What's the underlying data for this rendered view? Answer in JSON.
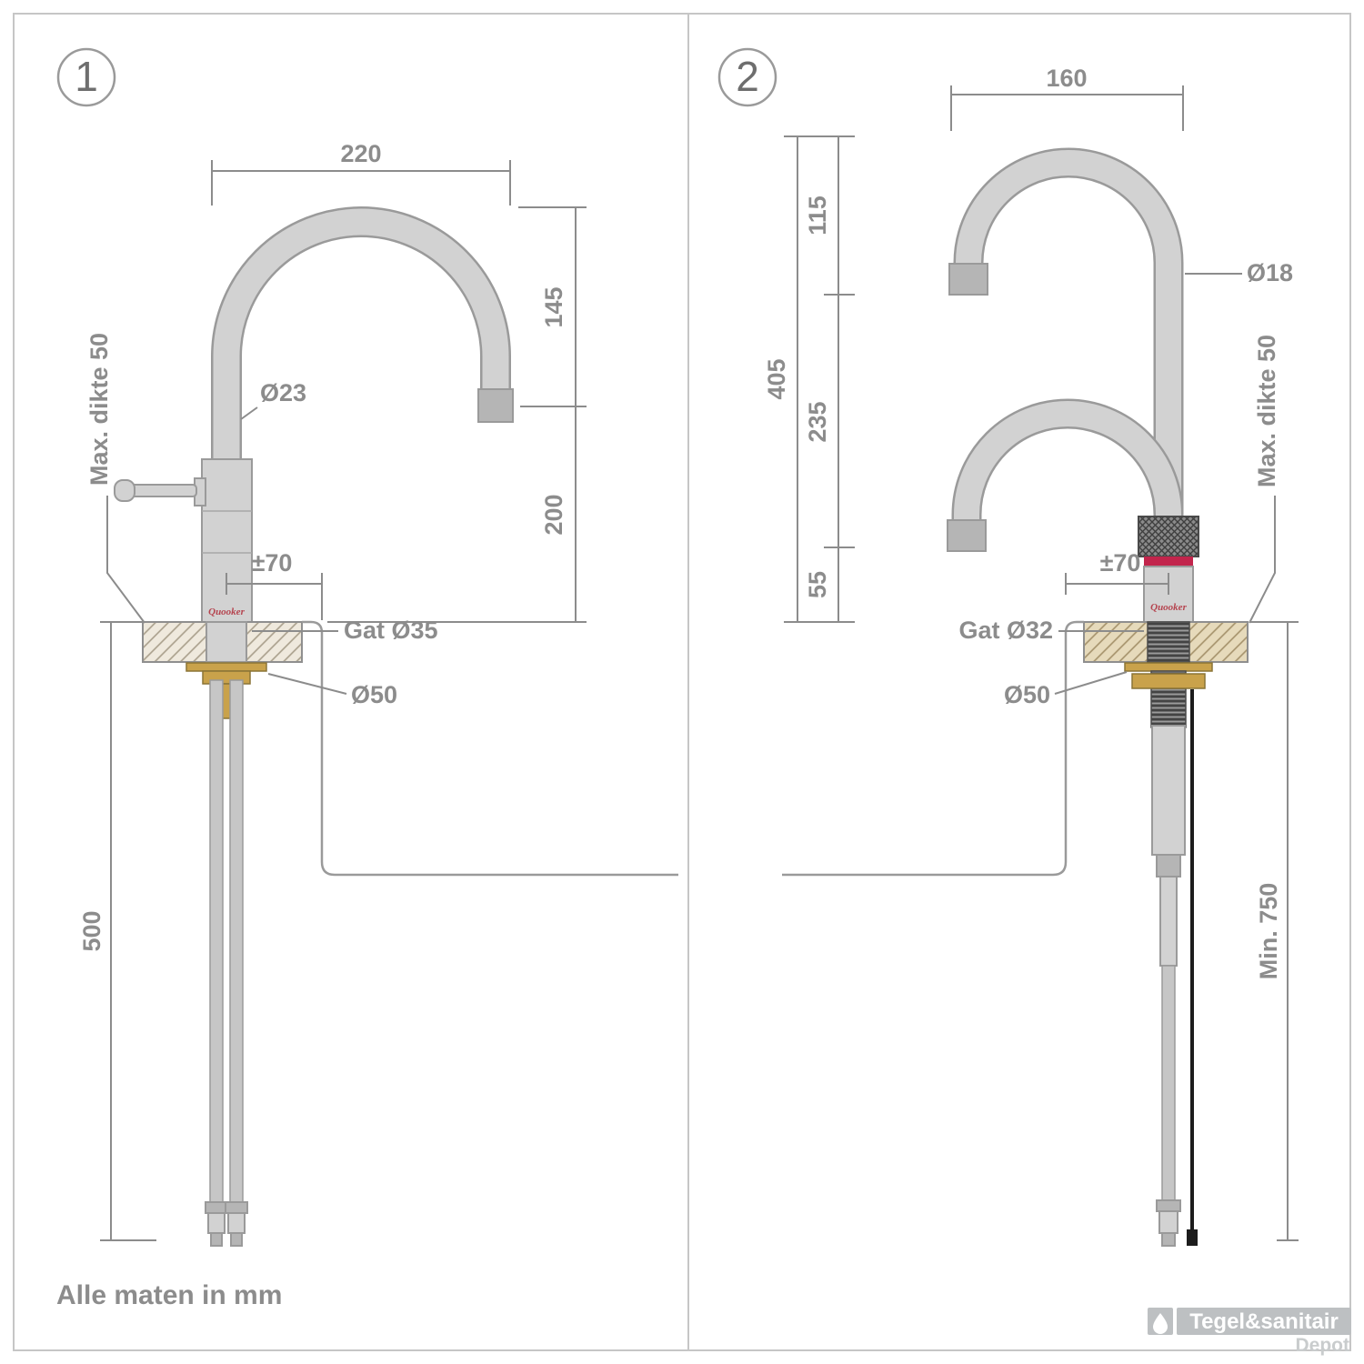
{
  "page": {
    "note": "Alle maten in mm"
  },
  "watermark": {
    "line1": "Tegel&sanitair",
    "line2": "Depot"
  },
  "colors": {
    "outline": "#9a9a9a",
    "fill_light": "#d2d2d2",
    "fill_dark": "#b5b5b5",
    "dimension": "#8c8c8c",
    "brass": "#c9a24b",
    "countertop_1": "#efe9dd",
    "countertop_2": "#e6dabb",
    "red_ring": "#c2254c",
    "cable": "#1c1c1c"
  },
  "panel1": {
    "number": "1",
    "brand": "Quooker",
    "dim_width": "220",
    "dim_spout_height": "145",
    "dim_body_height": "200",
    "dim_spout_diameter": "Ø23",
    "dim_max_thickness": "Max. dikte 50",
    "dim_center_offset": "±70",
    "dim_hole": "Gat Ø35",
    "dim_flange": "Ø50",
    "dim_below_length": "500"
  },
  "panel2": {
    "number": "2",
    "brand": "Quooker",
    "dim_width": "160",
    "dim_seg_top": "115",
    "dim_seg_mid": "235",
    "dim_seg_bottom": "55",
    "dim_total": "405",
    "dim_pipe_diameter": "Ø18",
    "dim_max_thickness": "Max. dikte 50",
    "dim_center_offset": "±70",
    "dim_hole": "Gat Ø32",
    "dim_flange": "Ø50",
    "dim_below_length": "Min. 750"
  }
}
